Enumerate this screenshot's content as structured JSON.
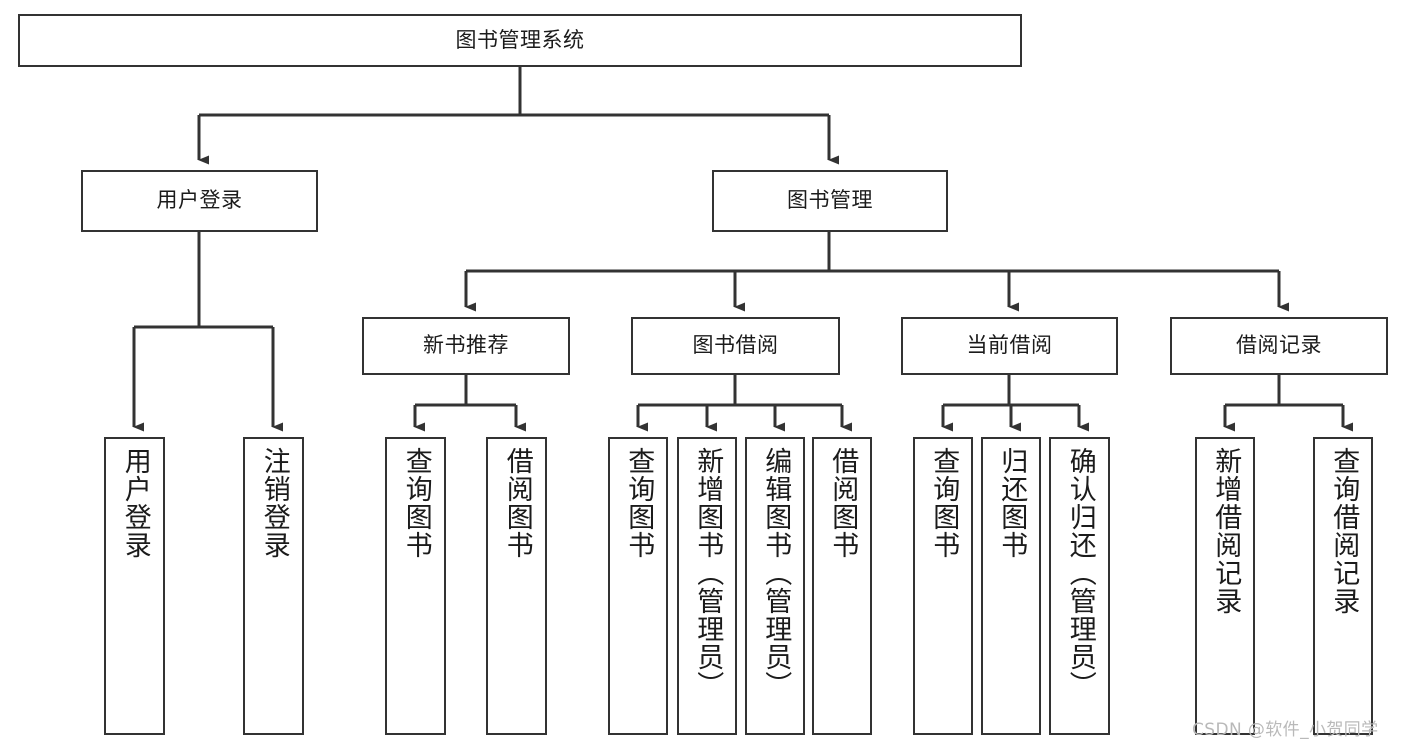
{
  "diagram": {
    "title": "图书管理系统",
    "type": "tree",
    "orientation": "top-down",
    "line_color": "#333333",
    "box_fill": "#ffffff",
    "text_color": "#1b1b1b",
    "levels": 4
  },
  "root": {
    "label": "图书管理系统"
  },
  "level2": {
    "user_login": {
      "label": "用户登录"
    },
    "book_manage": {
      "label": "图书管理"
    }
  },
  "level3": {
    "new_book_rec": {
      "label": "新书推荐"
    },
    "book_borrow": {
      "label": "图书借阅"
    },
    "current_borrow": {
      "label": "当前借阅"
    },
    "borrow_record": {
      "label": "借阅记录"
    }
  },
  "leaves": {
    "user_login": [
      {
        "label": "用户登录"
      },
      {
        "label": "注销登录"
      }
    ],
    "new_book_rec": [
      {
        "label": "查询图书"
      },
      {
        "label": "借阅图书"
      }
    ],
    "book_borrow": [
      {
        "label": "查询图书"
      },
      {
        "label": "新增图书（管理员）"
      },
      {
        "label": "编辑图书（管理员）"
      },
      {
        "label": "借阅图书"
      }
    ],
    "current_borrow": [
      {
        "label": "查询图书"
      },
      {
        "label": "归还图书"
      },
      {
        "label": "确认归还（管理员）"
      }
    ],
    "borrow_record": [
      {
        "label": "新增借阅记录"
      },
      {
        "label": "查询借阅记录"
      }
    ]
  },
  "watermark": {
    "text": "CSDN @软件_小贺同学"
  }
}
